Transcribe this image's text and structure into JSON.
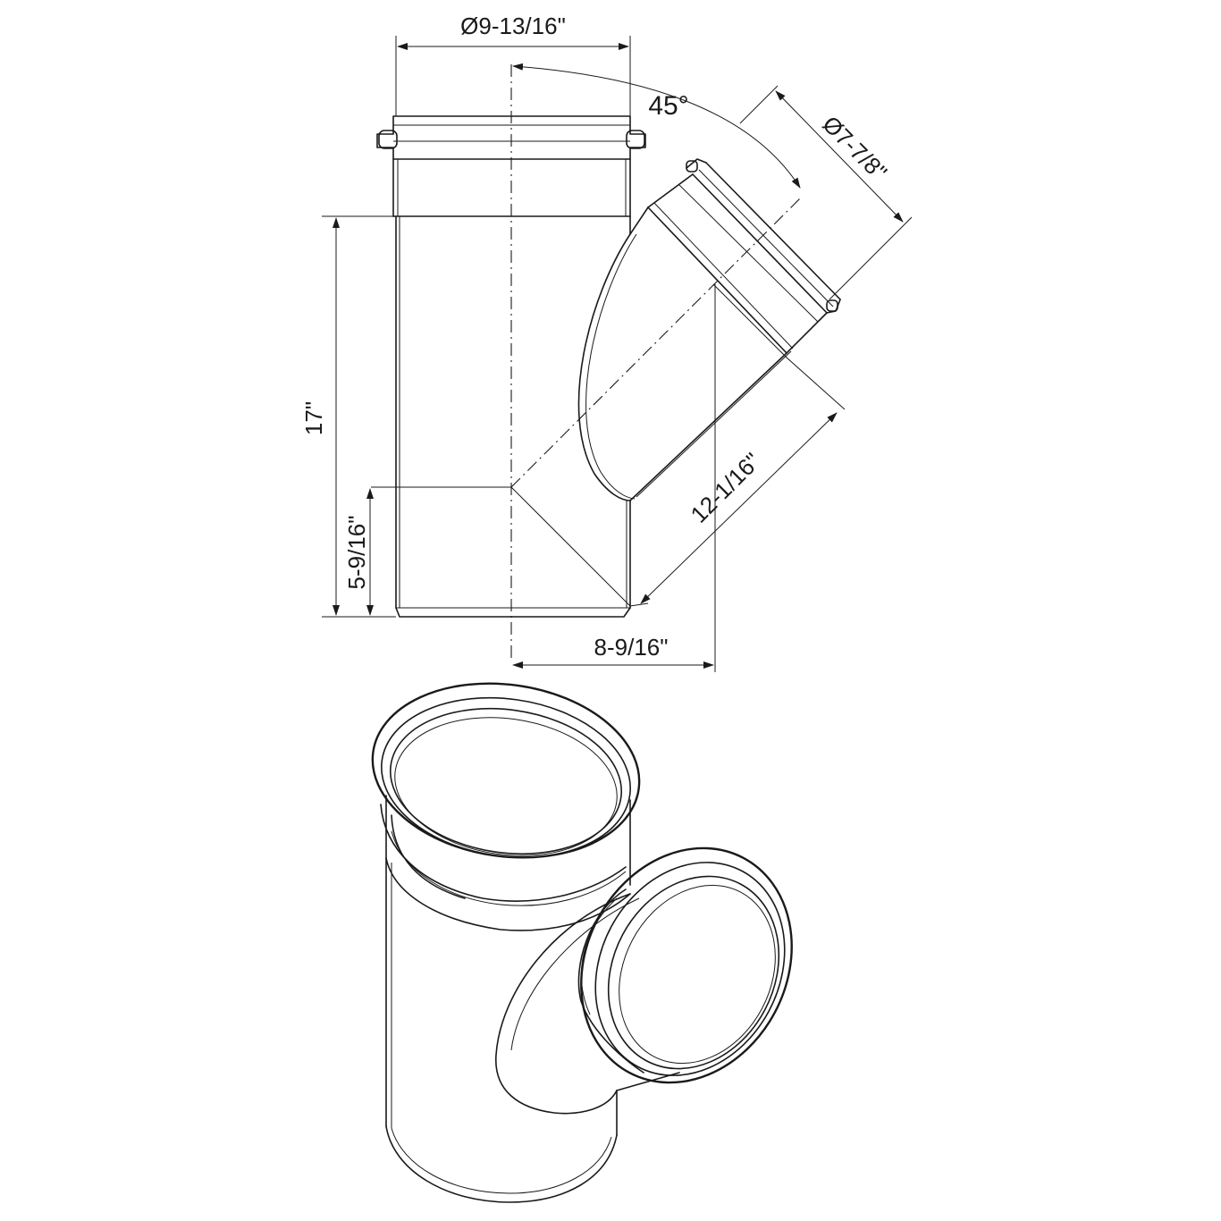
{
  "dimensions": {
    "main_diameter": "Ø9-13/16\"",
    "branch_diameter": "Ø7-7/8\"",
    "angle": "45°",
    "overall_height": "17\"",
    "branch_height": "5-9/16\"",
    "branch_length": "12-1/16\"",
    "branch_offset": "8-9/16\""
  }
}
